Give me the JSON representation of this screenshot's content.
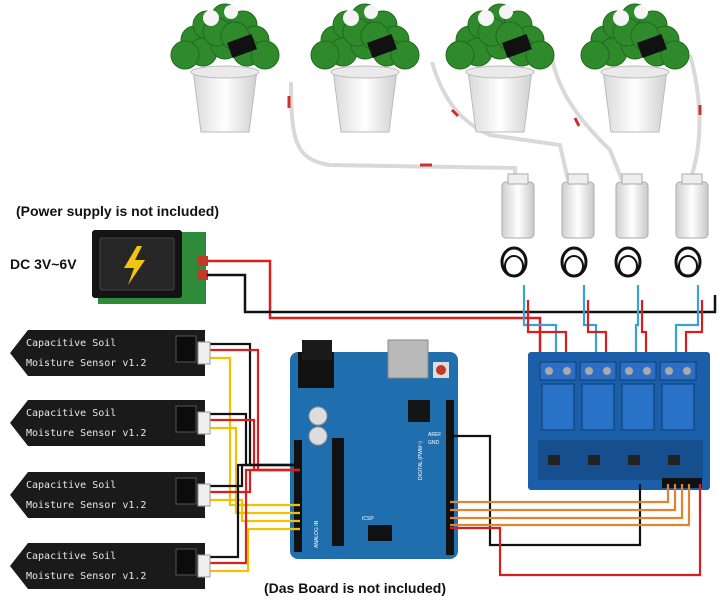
{
  "notes": {
    "power_supply": "(Power supply is not included)",
    "voltage": "DC 3V~6V",
    "board": "(Das Board is not included)"
  },
  "sensor": {
    "line1": "Capacitive Soil",
    "line2": "Moisture Sensor v1.2"
  },
  "arduino": {
    "label_digital": "DIGITAL (PWM~)",
    "label_analog": "ANALOG IN",
    "label_icsp": "ICSP",
    "label_aref": "AREF",
    "label_gnd": "GND"
  },
  "colors": {
    "board_blue": "#1f6fae",
    "relay_blue": "#1b5fa8",
    "wire_red": "#d81f1f",
    "wire_black": "#111111",
    "wire_yellow": "#f2c200",
    "wire_orange": "#e2832f",
    "tube_blue": "#3aa0d8",
    "sensor_black": "#1a1a1a"
  }
}
